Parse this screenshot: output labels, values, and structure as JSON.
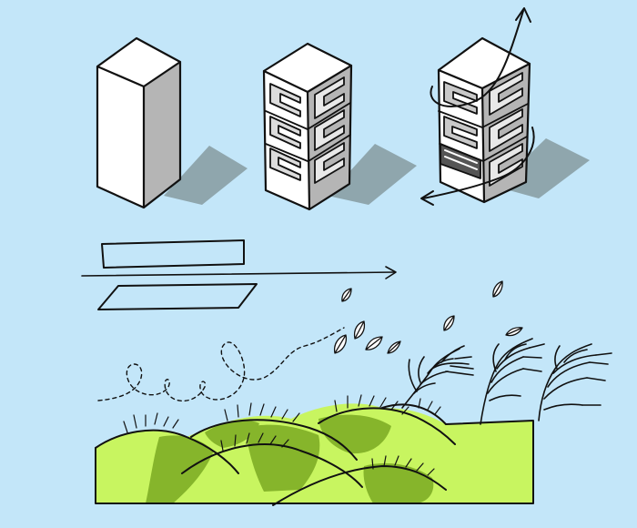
{
  "colors": {
    "background": "#c3e6f9",
    "ink": "#111111",
    "shadow": "#8fa6ad",
    "building_face": "#ffffff",
    "building_side": "#b5b5b5",
    "ground_light": "#c8f560",
    "ground_dark": "#86b52b",
    "leaf": "#ffffff"
  },
  "icons": {
    "arrow": "arrow-icon",
    "leaf": "leaf-icon",
    "tree": "tree-icon"
  },
  "panels": [
    {
      "name": "plain-block"
    },
    {
      "name": "carved-block"
    },
    {
      "name": "twisted-block"
    }
  ],
  "wind_strips": [
    {
      "name": "straight-strip"
    },
    {
      "name": "skewed-strip"
    }
  ],
  "landscape": {
    "trees": 3,
    "leaves": 8
  }
}
